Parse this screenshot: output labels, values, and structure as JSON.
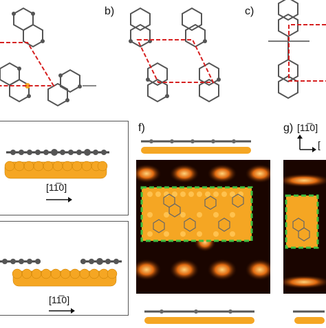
{
  "panels": {
    "b": {
      "label": "b)"
    },
    "c": {
      "label": "c)"
    },
    "f": {
      "label": "f)"
    },
    "g": {
      "label": "g)"
    }
  },
  "directions": {
    "side_view_1": {
      "label": "[11̅0]"
    },
    "side_view_2": {
      "label": "[11̅0]"
    },
    "panel_g": {
      "label": "[11̅0]"
    }
  },
  "colors": {
    "carbon": "#555555",
    "hydrogen": "#dddddd",
    "gold": "#f5a623",
    "unit_cell": "#d62020",
    "scan_box": "#3fbf3f",
    "stm_bright": "#ffb14a",
    "stm_dark": "#1a0500"
  }
}
